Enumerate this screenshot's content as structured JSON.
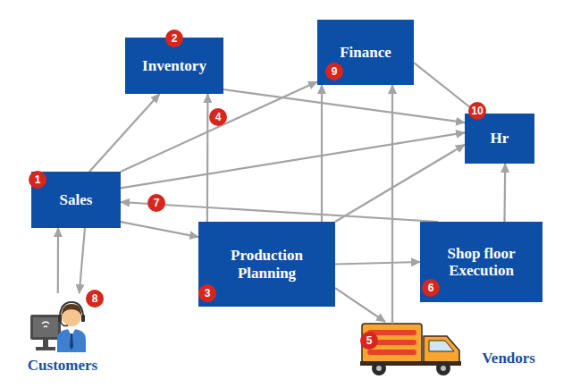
{
  "diagram": {
    "nodes": [
      {
        "text": [
          "Inventory"
        ]
      },
      {
        "text": [
          "Finance"
        ]
      },
      {
        "text": [
          "Hr"
        ]
      },
      {
        "text": [
          "Sales"
        ]
      },
      {
        "text": [
          "Production Planning"
        ]
      },
      {
        "text": [
          "Shop floor Execution"
        ]
      },
      {
        "text": [
          "Customers"
        ]
      },
      {
        "text": [
          "Vendors"
        ]
      }
    ],
    "edges": [
      {
        "from": 3,
        "to": 0,
        "arrow": "to"
      },
      {
        "from": 3,
        "to": 1,
        "arrow": "to"
      },
      {
        "from": 3,
        "to": 2,
        "arrow": "to"
      },
      {
        "from": 3,
        "to": 4,
        "arrow": "to"
      },
      {
        "from": 0,
        "to": 2,
        "arrow": "to"
      },
      {
        "from": 1,
        "to": 2,
        "arrow": "to"
      },
      {
        "from": 4,
        "to": 0,
        "arrow": "to"
      },
      {
        "from": 4,
        "to": 1,
        "arrow": "to"
      },
      {
        "from": 4,
        "to": 2,
        "arrow": "to"
      },
      {
        "from": 4,
        "to": 5,
        "arrow": "to"
      },
      {
        "from": 4,
        "to": 7,
        "arrow": "to"
      },
      {
        "from": 5,
        "to": 2,
        "arrow": "to"
      },
      {
        "from": 5,
        "to": 3,
        "arrow": "to"
      },
      {
        "from": 7,
        "to": 1,
        "arrow": "to"
      },
      {
        "from": 6,
        "to": 3,
        "arrow": "to"
      },
      {
        "from": 3,
        "to": 6,
        "arrow": "to"
      }
    ],
    "labels": [
      "1",
      "2",
      "3",
      "4",
      "5",
      "6",
      "7",
      "8",
      "9",
      "10"
    ]
  }
}
